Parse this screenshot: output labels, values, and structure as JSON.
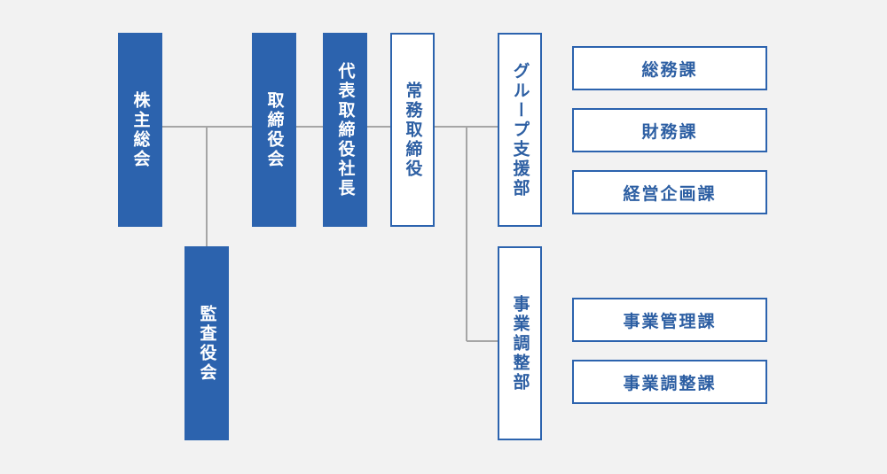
{
  "org_chart": {
    "shareholders_meeting": "株主総会",
    "audit_board": "監査役会",
    "board_of_directors": "取締役会",
    "president": "代表取締役社長",
    "managing_director": "常務取締役",
    "group_support_dept": "グループ支援部",
    "business_coordination_dept": "事業調整部",
    "sections": {
      "general_affairs": "総務課",
      "finance": "財務課",
      "business_planning": "経営企画課",
      "business_management": "事業管理課",
      "business_coordination": "事業調整課"
    }
  },
  "colors": {
    "primary": "#2c63ae",
    "line": "#a6a6a6",
    "background": "#f2f2f2"
  }
}
